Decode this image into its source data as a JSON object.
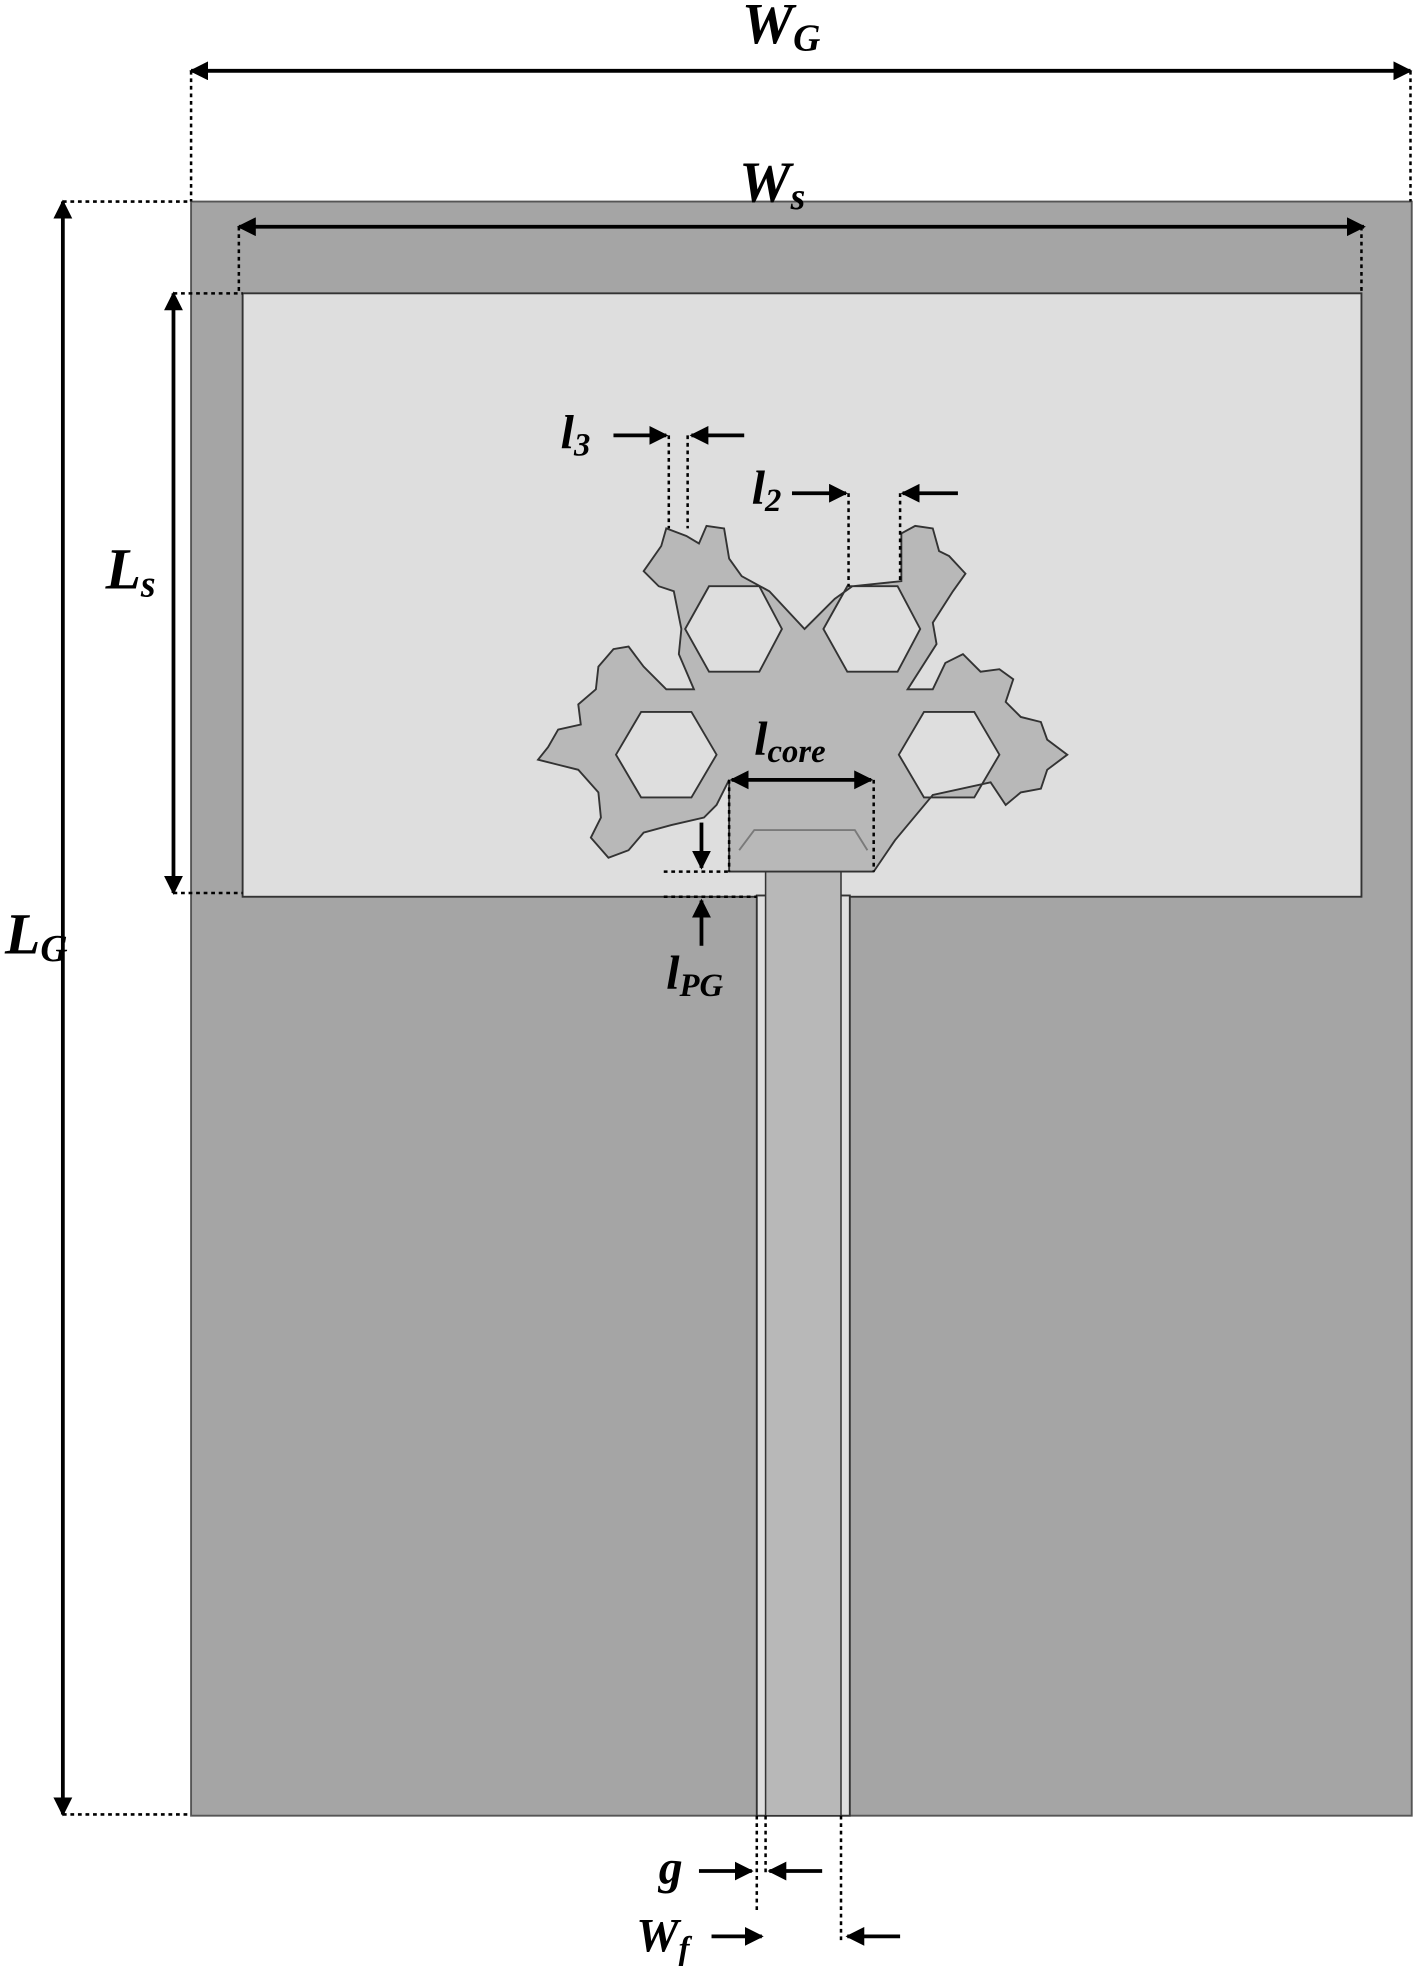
{
  "colors": {
    "ground": "#a5a5a5",
    "substrate_slot": "#dedede",
    "patch": "#b8b8b8",
    "hole": "#dedede",
    "outline": "#333333",
    "dimension": "#000000",
    "background": "#ffffff"
  },
  "labels": {
    "wg": {
      "main": "W",
      "sub": "G"
    },
    "ws": {
      "main": "W",
      "sub": "s"
    },
    "lg": {
      "main": "L",
      "sub": "G"
    },
    "ls": {
      "main": "L",
      "sub": "s"
    },
    "l3": {
      "main": "l",
      "sub": "3"
    },
    "l2": {
      "main": "l",
      "sub": "2"
    },
    "lcore": {
      "main": "l",
      "sub": "core"
    },
    "lpg": {
      "main": "l",
      "sub": "PG"
    },
    "g": {
      "main": "g",
      "sub": ""
    },
    "wf": {
      "main": "W",
      "sub": "f"
    }
  }
}
